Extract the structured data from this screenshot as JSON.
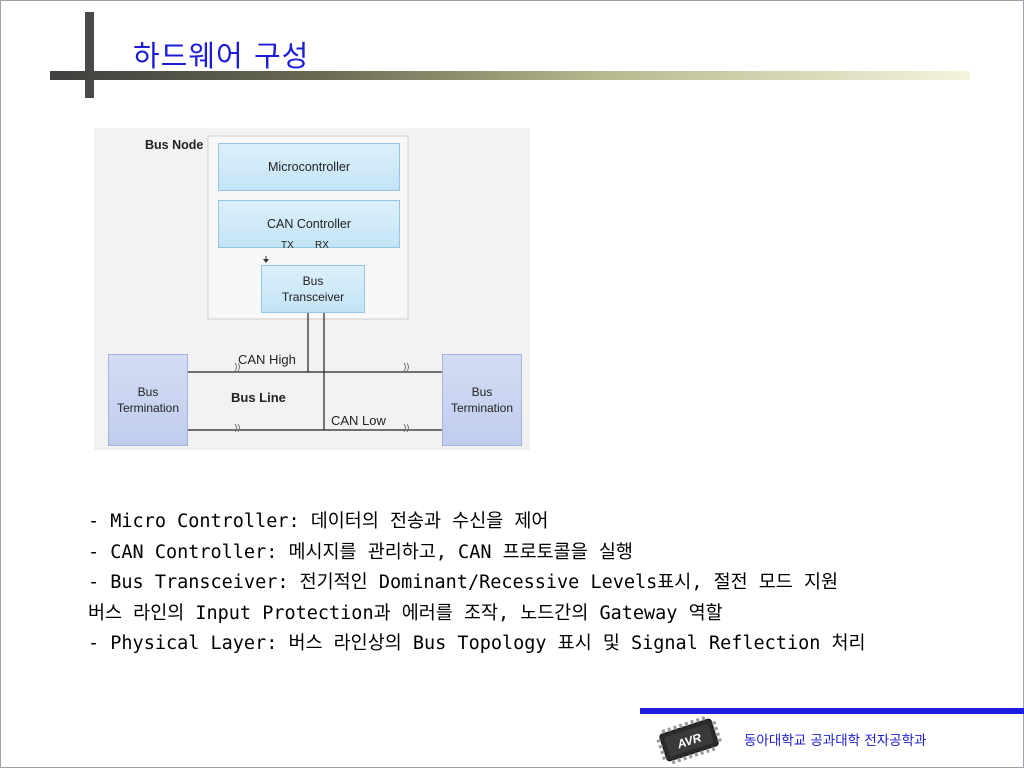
{
  "slide": {
    "title": "하드웨어 구성"
  },
  "diagram": {
    "bus_node_label": "Bus Node",
    "microcontroller": "Microcontroller",
    "can_controller": "CAN  Controller",
    "tx": "TX",
    "rx": "RX",
    "transceiver_line1": "Bus",
    "transceiver_line2": "Transceiver",
    "can_high": "CAN High",
    "can_low": "CAN Low",
    "bus_line": "Bus Line",
    "termination_line1": "Bus",
    "termination_line2": "Termination"
  },
  "bullets": [
    "- Micro Controller: 데이터의 전송과 수신을 제어",
    "- CAN Controller: 메시지를 관리하고, CAN 프로토콜을 실행",
    "- Bus Transceiver: 전기적인 Dominant/Recessive Levels표시, 절전 모드 지원",
    "버스 라인의 Input Protection과 에러를 조작, 노드간의 Gateway 역할",
    "- Physical Layer: 버스 라인상의 Bus Topology 표시 및 Signal Reflection 처리"
  ],
  "footer": {
    "department": "동아대학교 공과대학 전자공학과",
    "logo_text": "AVR"
  },
  "colors": {
    "title": "#1c1cd6",
    "footer_line": "#1d1de0",
    "box_blue": "#c3e4f6",
    "termination_blue": "#c1cdee"
  }
}
